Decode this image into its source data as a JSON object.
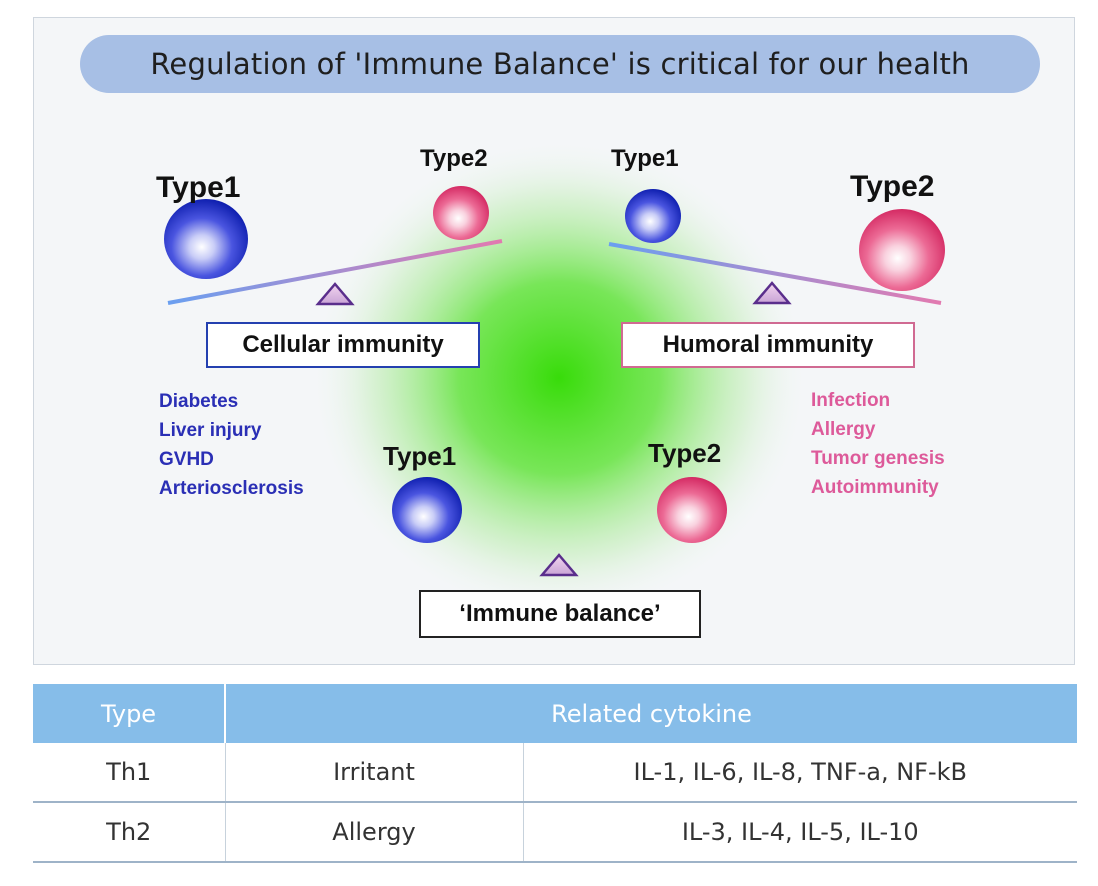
{
  "figure": {
    "title": "Regulation of 'Immune Balance' is critical for our health",
    "left_scale": {
      "type1_label": "Type1",
      "type2_label": "Type2",
      "box_label": "Cellular immunity",
      "conditions": [
        "Diabetes",
        "Liver injury",
        "GVHD",
        "Arteriosclerosis"
      ]
    },
    "right_scale": {
      "type1_label": "Type1",
      "type2_label": "Type2",
      "box_label": "Humoral immunity",
      "conditions": [
        "Infection",
        "Allergy",
        "Tumor genesis",
        "Autoimmunity"
      ]
    },
    "center_scale": {
      "type1_label": "Type1",
      "type2_label": "Type2",
      "box_label": "‘Immune balance’"
    },
    "colors": {
      "type1": "#2233cc",
      "type2": "#e8487a",
      "glow": "#3ddc12",
      "title_pill": "#a7bfe5",
      "left_conditions_text": "#2a2fb5",
      "right_conditions_text": "#dd5a9a",
      "table_header": "#86bde9"
    }
  },
  "table": {
    "headers": [
      "Type",
      "Related cytokine"
    ],
    "rows": [
      {
        "type": "Th1",
        "category": "Irritant",
        "cytokines": "IL-1, IL-6, IL-8, TNF-a, NF-kB"
      },
      {
        "type": "Th2",
        "category": "Allergy",
        "cytokines": "IL-3, IL-4, IL-5, IL-10"
      }
    ]
  }
}
